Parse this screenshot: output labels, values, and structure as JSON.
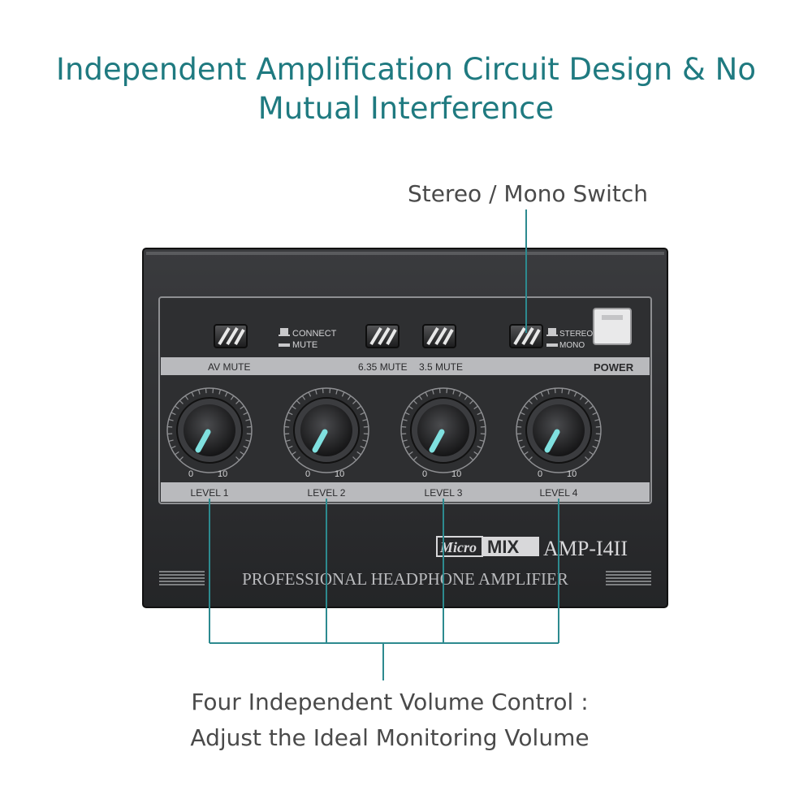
{
  "headline": {
    "line1": "Independent Amplification Circuit Design & No",
    "line2": "Mutual Interference"
  },
  "callouts": {
    "stereo_mono": "Stereo / Mono Switch",
    "volume_line1": "Four Independent Volume Control :",
    "volume_line2": "Adjust the Ideal Monitoring Volume"
  },
  "panel": {
    "connect": "CONNECT",
    "mute": "MUTE",
    "stereo": "STEREO",
    "mono": "MONO",
    "av_mute": "AV MUTE",
    "mute_635": "6.35 MUTE",
    "mute_35": "3.5 MUTE",
    "power": "POWER",
    "scale_min": "0",
    "scale_max": "10",
    "level1": "LEVEL 1",
    "level2": "LEVEL 2",
    "level3": "LEVEL 3",
    "level4": "LEVEL 4",
    "brand_micro": "Micro",
    "brand_mix": "MIX",
    "model": "AMP-I4II",
    "product": "PROFESSIONAL HEADPHONE AMPLIFIER"
  },
  "colors": {
    "headline": "#1f7a80",
    "callout_line": "#2d8a8f",
    "device_body": "#2b2c2e",
    "panel_silver": "#b9babd",
    "knob_pointer": "#7fe0df"
  }
}
